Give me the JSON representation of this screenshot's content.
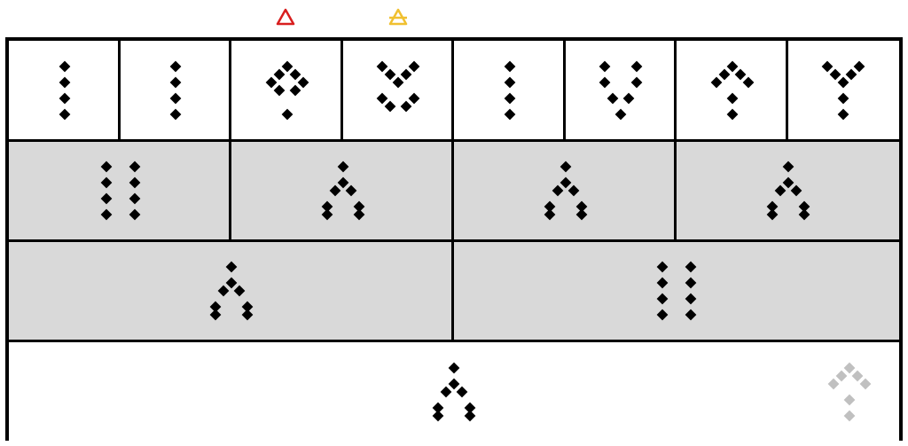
{
  "colors": {
    "row_fills": [
      "#ffffff",
      "#d9d9d9",
      "#d9d9d9",
      "#ffffff"
    ],
    "marker_red": "#d81e1e",
    "marker_yellow": "#f0c030",
    "dot": "#000000",
    "dot_faded": "#c0c0c0"
  },
  "top_markers": [
    {
      "icon": "red-triangle-icon",
      "color": "#d81e1e"
    },
    {
      "icon": "yellow-crossed-triangle-icon",
      "color": "#f0c030"
    }
  ],
  "rows": [
    {
      "cells": [
        {
          "glyph": "vertical-4"
        },
        {
          "glyph": "vertical-4"
        },
        {
          "glyph": "diamond-ring"
        },
        {
          "glyph": "hourglass"
        },
        {
          "glyph": "vertical-4"
        },
        {
          "glyph": "v-shape"
        },
        {
          "glyph": "kite"
        },
        {
          "glyph": "y-shape"
        }
      ]
    },
    {
      "cells": [
        {
          "glyph": "double-column"
        },
        {
          "glyph": "tripod"
        },
        {
          "glyph": "tripod"
        },
        {
          "glyph": "tripod"
        }
      ]
    },
    {
      "cells": [
        {
          "glyph": "tripod"
        },
        {
          "glyph": "double-column"
        }
      ]
    },
    {
      "cells": [
        {
          "glyph": "tripod"
        }
      ],
      "ghost_glyph": {
        "glyph": "kite",
        "faded": true
      }
    }
  ]
}
